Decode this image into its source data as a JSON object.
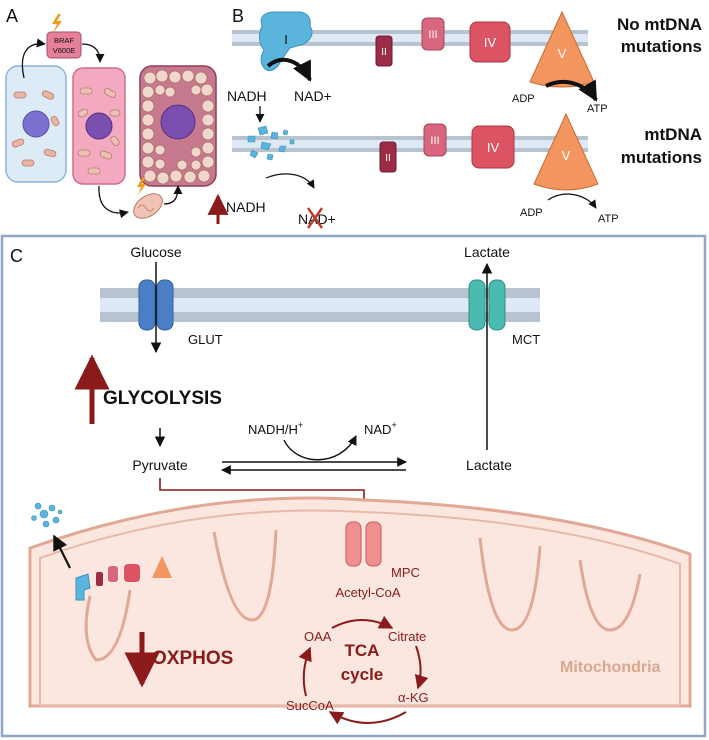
{
  "panels": {
    "a_label": "A",
    "b_label": "B",
    "c_label": "C"
  },
  "panel_a": {
    "mutation_line1": "BRAF",
    "mutation_line2": "V600E"
  },
  "panel_b": {
    "complexes": [
      "I",
      "II",
      "III",
      "IV",
      "V"
    ],
    "top_title_line1": "No mtDNA",
    "top_title_line2": "mutations",
    "bottom_title_line1": "mtDNA",
    "bottom_title_line2": "mutations",
    "nadh": "NADH",
    "nad_plus": "NAD+",
    "adp": "ADP",
    "atp": "ATP",
    "increased_nadh": "NADH"
  },
  "panel_c": {
    "glucose": "Glucose",
    "glut": "GLUT",
    "lactate_out": "Lactate",
    "mct": "MCT",
    "glycolysis": "GLYCOLYSIS",
    "nadh_h": "NADH/H",
    "nadh_h_sup": "+",
    "nad": "NAD",
    "nad_sup": "+",
    "pyruvate": "Pyruvate",
    "lactate_in": "Lactate",
    "mpc": "MPC",
    "acetyl_coa": "Acetyl-CoA",
    "oxphos": "OXPHOS",
    "tca_line1": "TCA",
    "tca_line2": "cycle",
    "oaa": "OAA",
    "citrate": "Citrate",
    "akg": "α-KG",
    "succoa": "SucCoA",
    "mitochondria": "Mitochondria"
  },
  "colors": {
    "panel_border": "#8fa6c9",
    "membrane": "#b7c4d0",
    "membrane_inner": "#dfe9f6",
    "glut": "#4a7fc8",
    "mct": "#4bbab0",
    "dark_red": "#8b1a1a",
    "mito_fill": "#fbe7df",
    "mito_edge": "#e0a895",
    "complex_I": "#5ab4dc",
    "complex_II": "#9d2d47",
    "complex_III": "#d7667e",
    "complex_IV": "#dc5463",
    "complex_V": "#f2955e"
  }
}
